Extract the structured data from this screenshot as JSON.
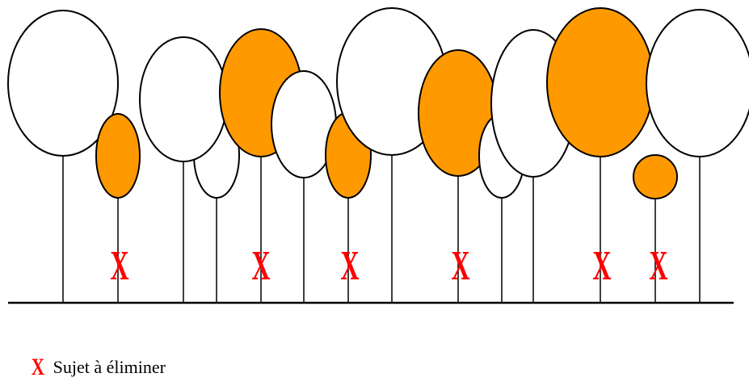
{
  "colors": {
    "white_tree": "#ffffff",
    "orange_tree": "#ff9900",
    "outline": "#000000",
    "mark": "#ff0000"
  },
  "trees": [
    {
      "kind": "white",
      "marked": false
    },
    {
      "kind": "orange",
      "marked": true
    },
    {
      "kind": "white",
      "marked": false
    },
    {
      "kind": "white",
      "marked": false
    },
    {
      "kind": "orange",
      "marked": true
    },
    {
      "kind": "white",
      "marked": false
    },
    {
      "kind": "orange",
      "marked": true
    },
    {
      "kind": "white",
      "marked": false
    },
    {
      "kind": "orange",
      "marked": true
    },
    {
      "kind": "white",
      "marked": false
    },
    {
      "kind": "white",
      "marked": false
    },
    {
      "kind": "orange",
      "marked": true
    },
    {
      "kind": "orange",
      "marked": true
    },
    {
      "kind": "white",
      "marked": false
    }
  ],
  "mark_symbol": "X",
  "legend": {
    "symbol": "X",
    "label": "Sujet à éliminer"
  }
}
